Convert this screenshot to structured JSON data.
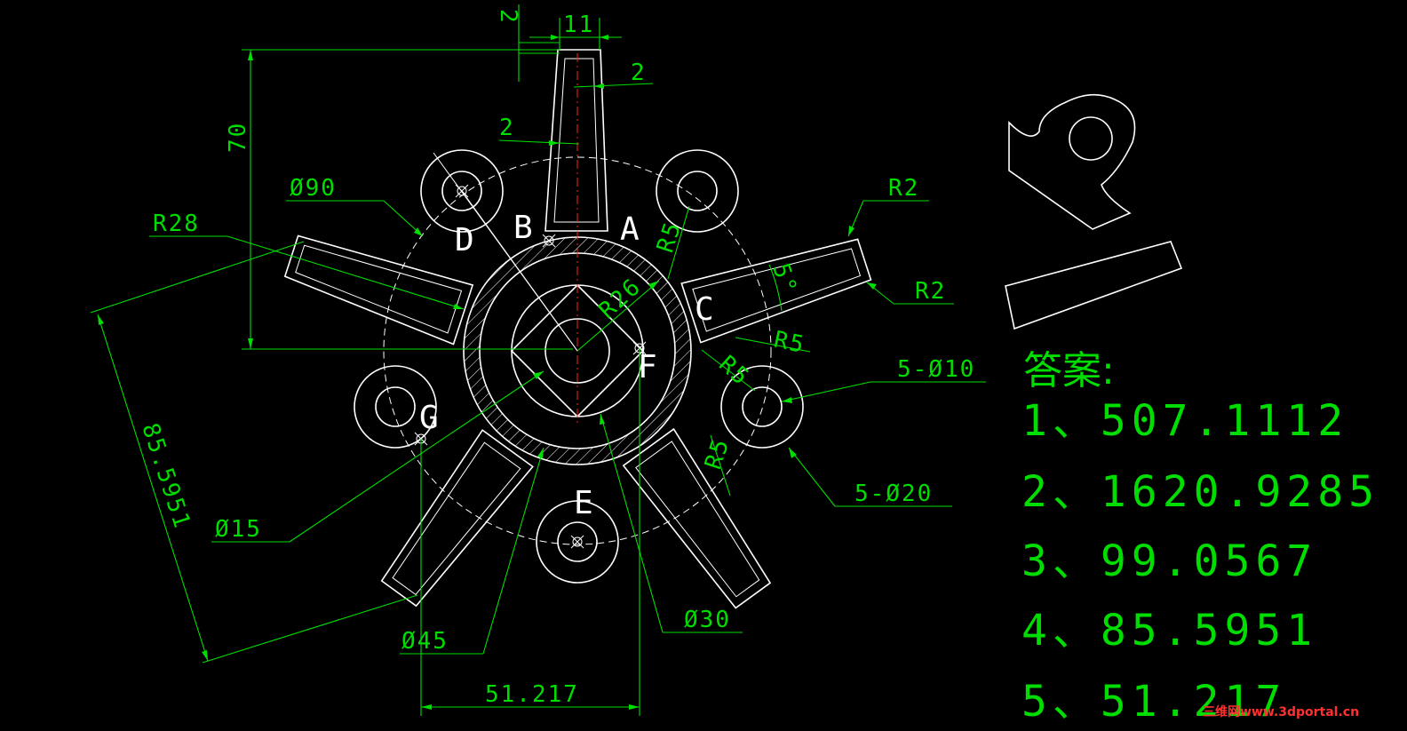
{
  "dimensions": {
    "top_gap": "2",
    "spoke_width": "11",
    "wall_right": "2",
    "wall_left": "2",
    "height": "70",
    "circle_d90": "Ø90",
    "radius_28": "R28",
    "radius_26": "R26",
    "radius_5_a": "R5",
    "radius_2_top": "R2",
    "radius_2_bottom": "R2",
    "angle_5": "5°",
    "radius_5_b": "R5",
    "radius_5_c": "R5",
    "radius_5_d": "R5",
    "hole_d10": "5-Ø10",
    "boss_d20": "5-Ø20",
    "hole_d15": "Ø15",
    "circle_d30": "Ø30",
    "circle_d45": "Ø45",
    "length_855951": "85.5951",
    "length_51217": "51.217"
  },
  "point_labels": {
    "a": "A",
    "b": "B",
    "c": "C",
    "d": "D",
    "e": "E",
    "f": "F",
    "g": "G"
  },
  "answers": {
    "title": "答案:",
    "items": [
      "1、507.1112",
      "2、1620.9285",
      "3、99.0567",
      "4、85.5951",
      "5、51.217"
    ]
  },
  "watermark": "三维网www.3dportal.cn",
  "colors": {
    "background": "#000000",
    "geometry": "#ffffff",
    "dimension": "#00dd00",
    "centerline": "#ff2020",
    "watermark": "#ff3030"
  }
}
